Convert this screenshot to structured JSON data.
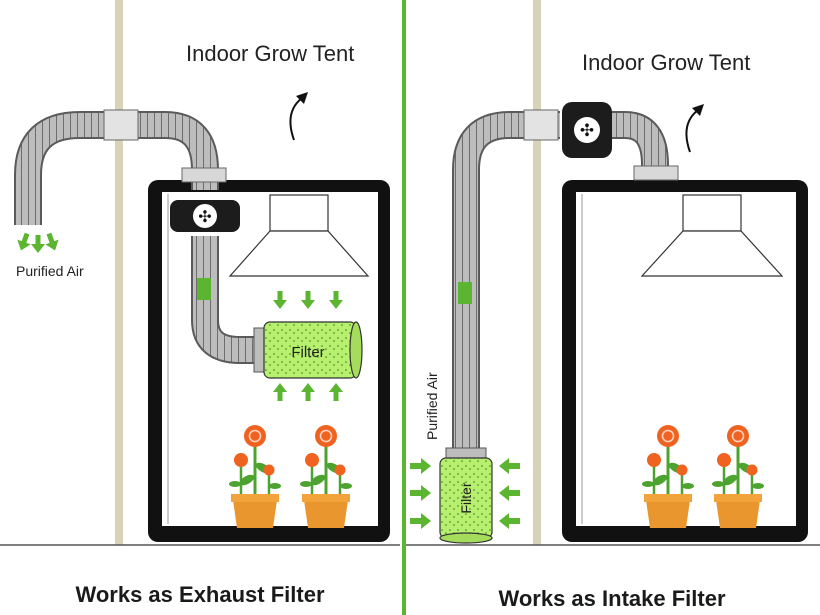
{
  "panels": {
    "left": {
      "tent_label": "Indoor Grow Tent",
      "air_label": "Purified Air",
      "filter_label": "Filter",
      "caption": "Works as Exhaust Filter"
    },
    "right": {
      "tent_label": "Indoor Grow Tent",
      "air_label": "Purified Air",
      "filter_label": "Filter",
      "caption": "Works as Intake Filter"
    }
  },
  "colors": {
    "divider": "#5cb531",
    "arrow": "#5cb531",
    "filter": "#b7ef6f",
    "wall_pole": "#d8d2b8",
    "tent_frame": "#111111",
    "flower": "#f0621f",
    "pot": "#e8962d",
    "leaf": "#4da32f"
  }
}
